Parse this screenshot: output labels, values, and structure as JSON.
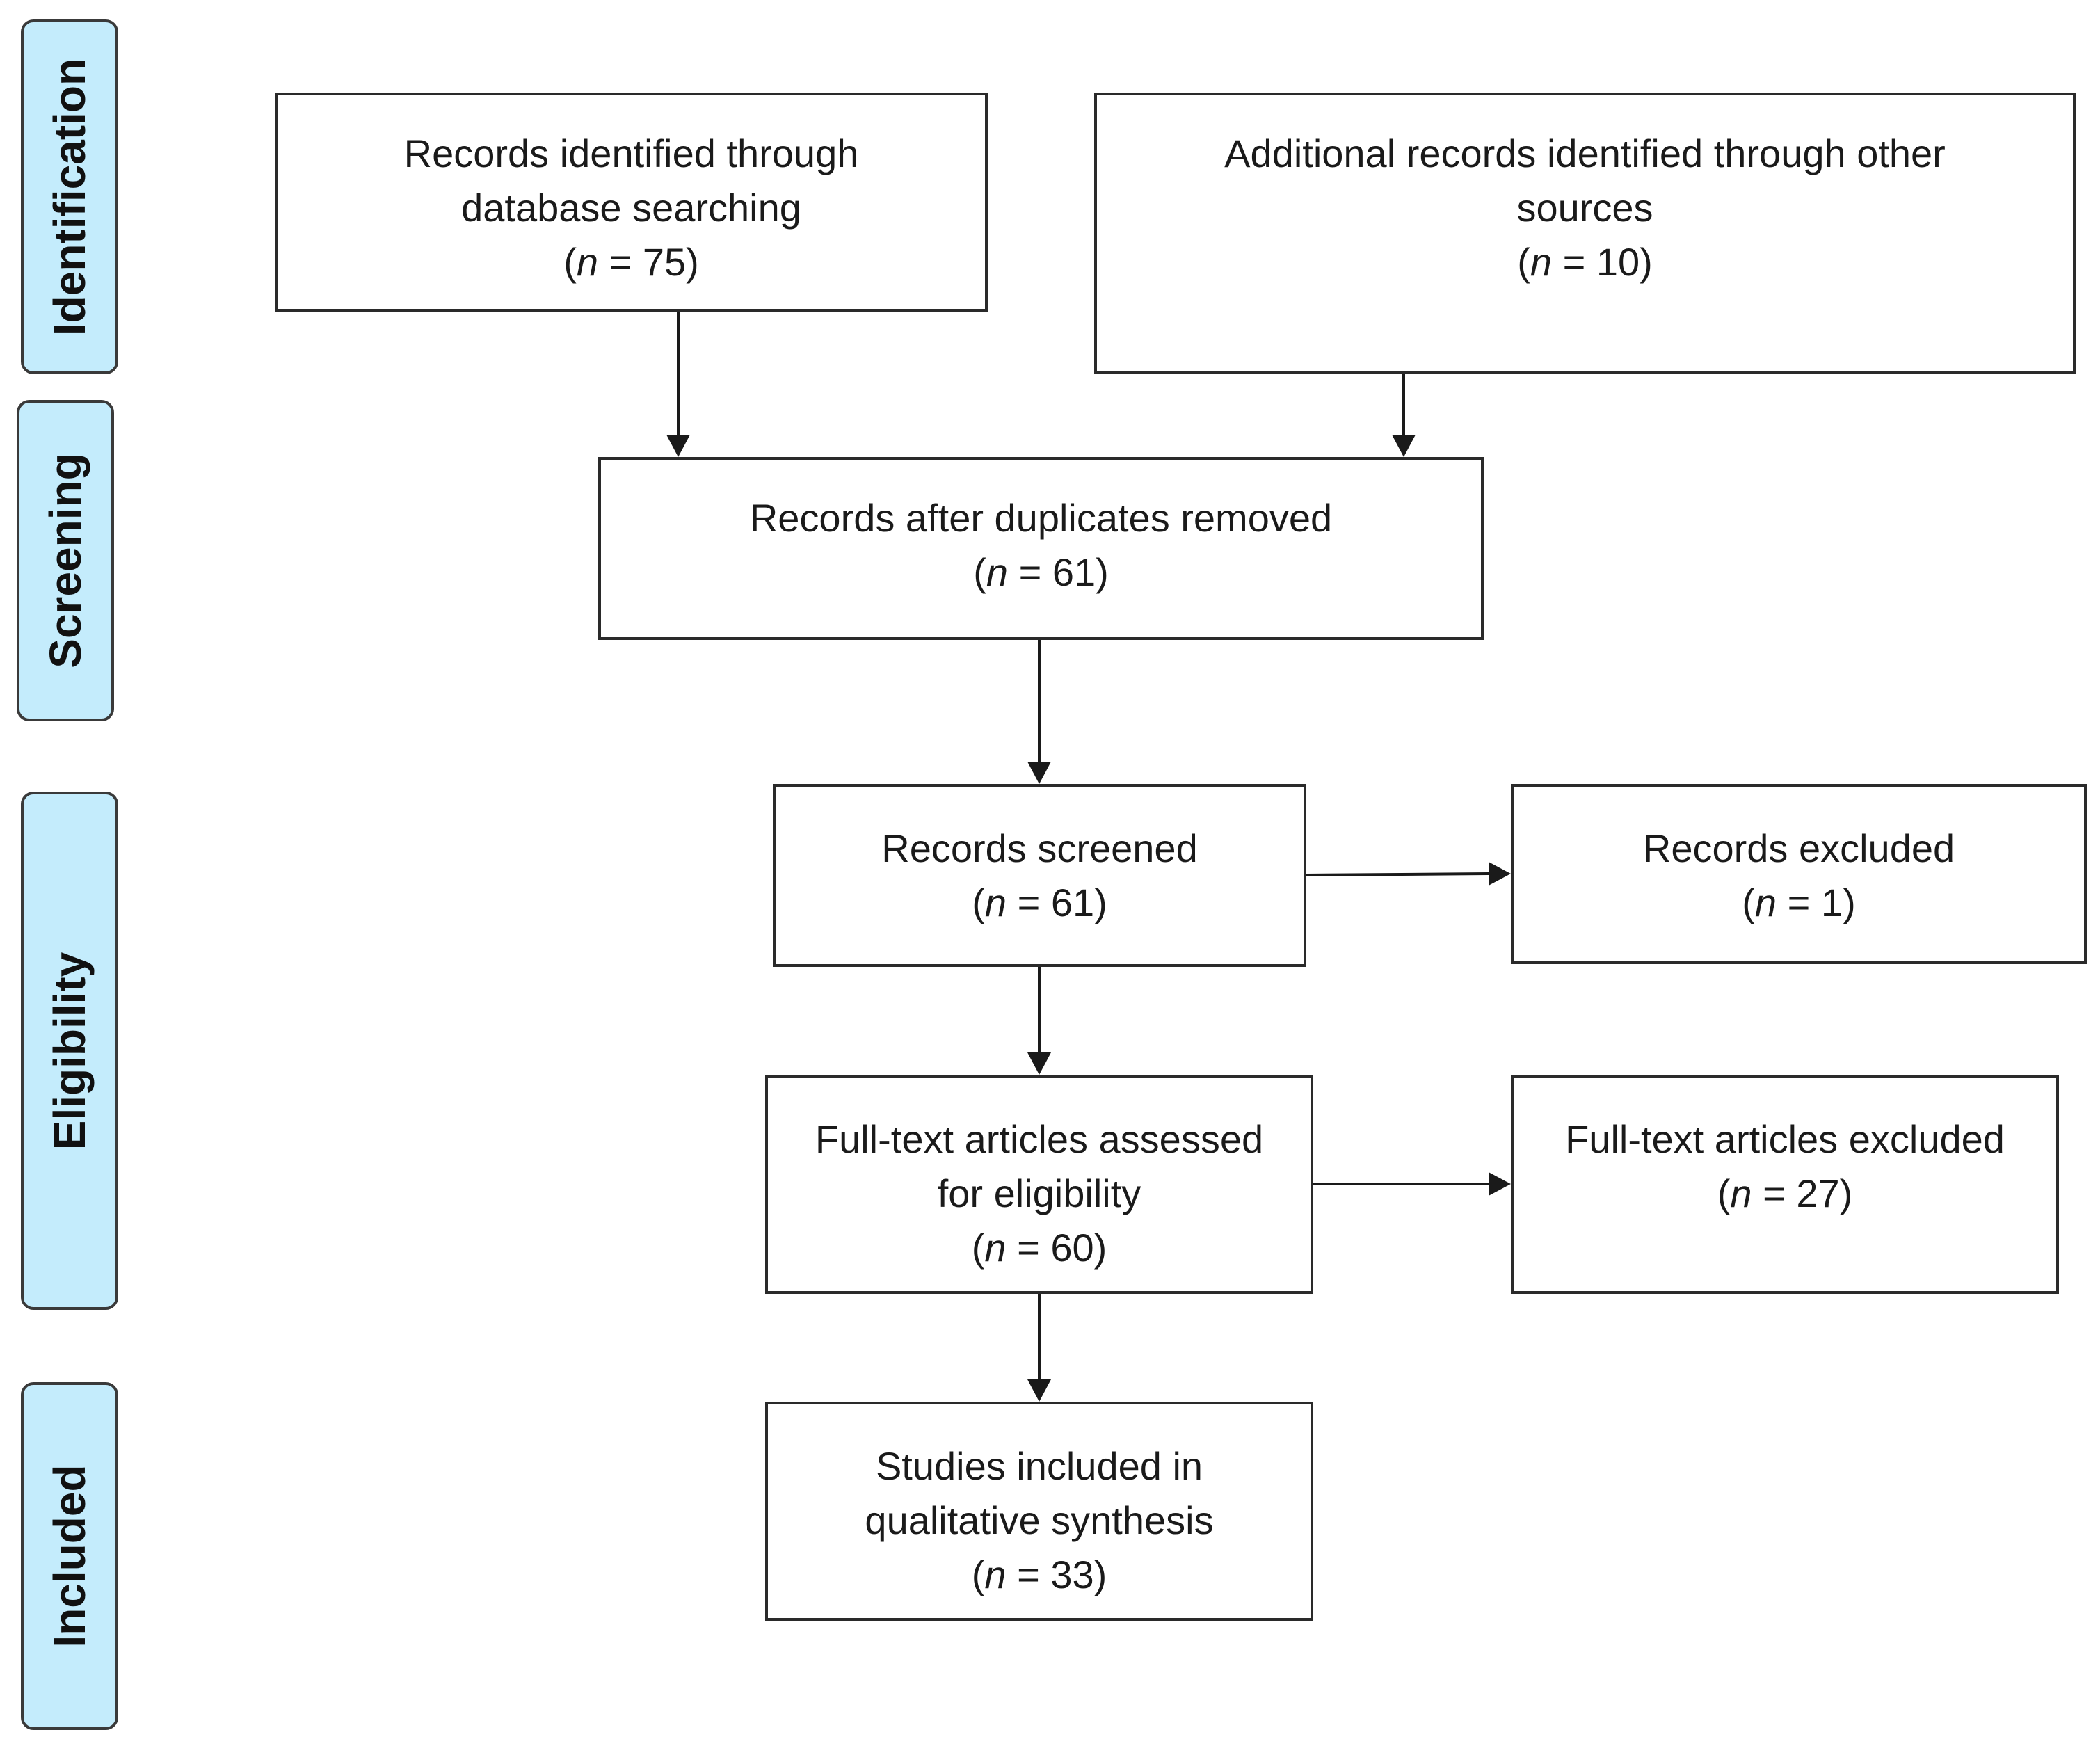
{
  "phases": {
    "identification": "Identification",
    "screening": "Screening",
    "eligibility": "Eligibility",
    "included": "Included"
  },
  "boxes": {
    "database": {
      "text": "Records identified through database searching",
      "n": "75"
    },
    "other": {
      "text": "Additional records identified through other sources",
      "n": "10"
    },
    "duplicates": {
      "text": "Records after duplicates removed",
      "n": "61"
    },
    "screened": {
      "text": "Records screened",
      "n": "61"
    },
    "excluded": {
      "text": "Records excluded",
      "n": "1"
    },
    "fulltext": {
      "text": "Full-text articles assessed for eligibility",
      "n": "60"
    },
    "fulltext_excluded": {
      "text": "Full-text articles excluded",
      "n": "27"
    },
    "included": {
      "text": "Studies included in qualitative synthesis",
      "n": "33"
    }
  },
  "colors": {
    "phase_fill": "#c4ecfc",
    "line": "#1a1a1a"
  }
}
